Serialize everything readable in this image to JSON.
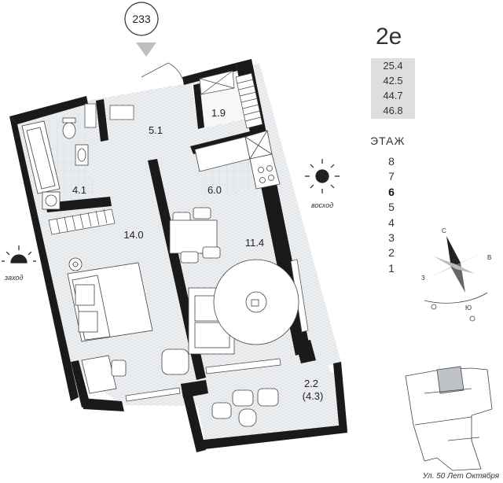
{
  "building": {
    "number": "233"
  },
  "apartment": {
    "type_code": "2e",
    "areas": [
      "25.4",
      "42.5",
      "44.7",
      "46.8"
    ]
  },
  "floors": {
    "title": "ЭТАЖ",
    "items": [
      {
        "label": "8",
        "current": false
      },
      {
        "label": "7",
        "current": false
      },
      {
        "label": "6",
        "current": true
      },
      {
        "label": "5",
        "current": false
      },
      {
        "label": "4",
        "current": false
      },
      {
        "label": "3",
        "current": false
      },
      {
        "label": "2",
        "current": false
      },
      {
        "label": "1",
        "current": false
      }
    ]
  },
  "rooms": {
    "hall": "5.1",
    "wardrobe": "1.9",
    "bathroom": "4.1",
    "kitchen": "6.0",
    "bedroom": "14.0",
    "living": "11.4",
    "balcony_line1": "2.2",
    "balcony_line2": "(4.3)"
  },
  "sun": {
    "sunrise": "восход",
    "sunset": "заход"
  },
  "compass": {
    "north": "С",
    "east": "В",
    "south": "Ю",
    "west": "З"
  },
  "site_plan": {
    "street": "Ул. 50 Лет Октября"
  },
  "colors": {
    "wall": "#1a1a1a",
    "floor": "#e9ecef",
    "highlight": "#bfc3c8",
    "badge": "#dedede"
  }
}
